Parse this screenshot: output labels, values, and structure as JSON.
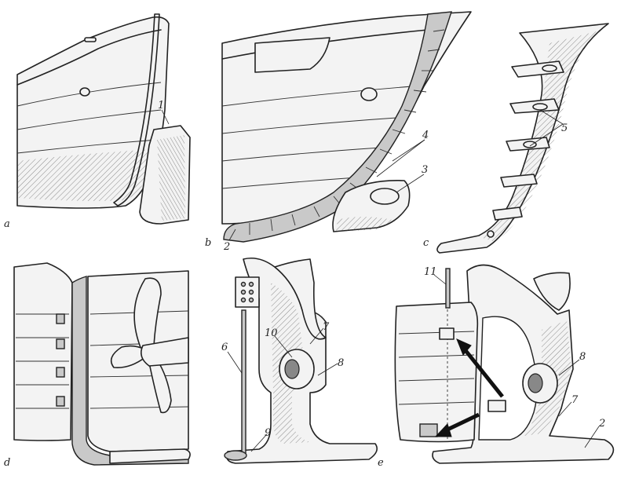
{
  "panels": [
    {
      "id": "a",
      "letter": "a"
    },
    {
      "id": "b",
      "letter": "b"
    },
    {
      "id": "c",
      "letter": "c"
    },
    {
      "id": "d",
      "letter": "d"
    },
    {
      "id": "e",
      "letter": "e"
    }
  ],
  "callouts": {
    "n1": "1",
    "n2_b": "2",
    "n3": "3",
    "n4": "4",
    "n5": "5",
    "n6": "6",
    "n7_left": "7",
    "n7_right": "7",
    "n8_left": "8",
    "n8_right": "8",
    "n9": "9",
    "n10": "10",
    "n11": "11",
    "n2_e": "2"
  }
}
